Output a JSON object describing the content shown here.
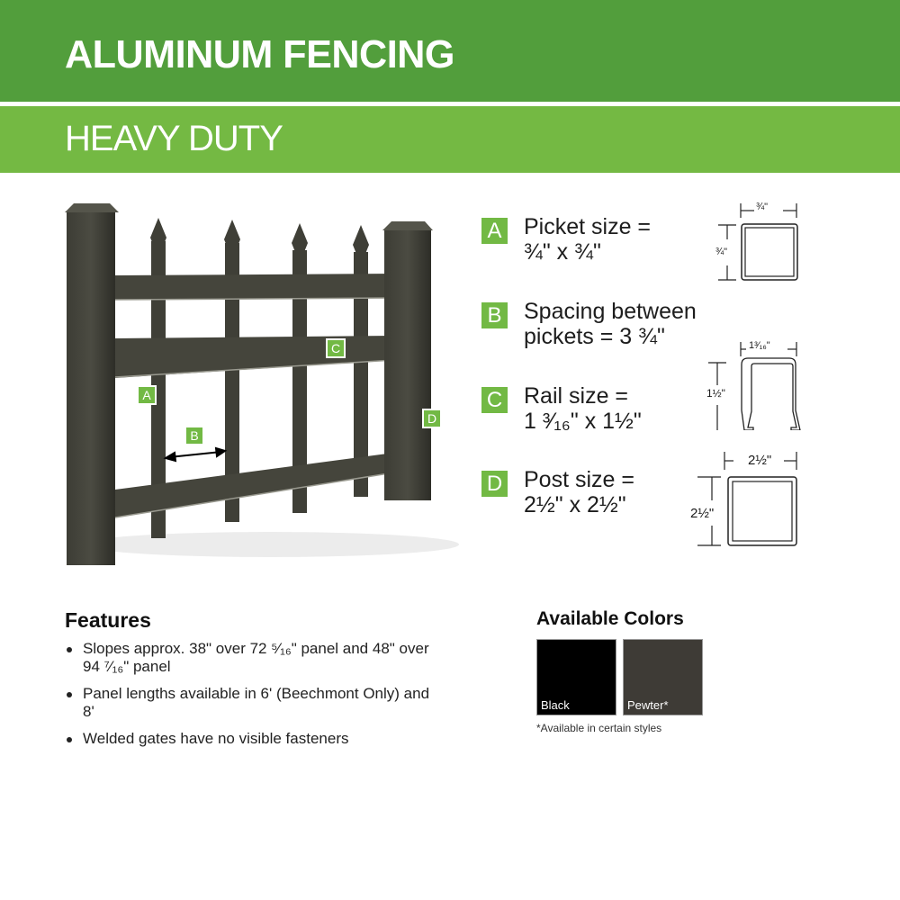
{
  "header": {
    "title": "ALUMINUM FENCING",
    "subtitle": "HEAVY DUTY",
    "colors": {
      "title_band": "#529e3c",
      "subtitle_band": "#74b943"
    }
  },
  "illustration": {
    "labels": [
      "A",
      "B",
      "C",
      "D"
    ]
  },
  "specs": [
    {
      "letter": "A",
      "line1": "Picket size =",
      "line2": "¾\" x ¾\"",
      "diagram": {
        "type": "square-tube",
        "width": "¾\"",
        "height": "¾\""
      }
    },
    {
      "letter": "B",
      "line1": "Spacing between",
      "line2": "pickets = 3 ¾\""
    },
    {
      "letter": "C",
      "line1": "Rail size =",
      "line2": "1 ³⁄₁₆\" x 1½\"",
      "diagram": {
        "type": "channel",
        "width": "1³⁄₁₆\"",
        "height": "1½\""
      }
    },
    {
      "letter": "D",
      "line1": "Post size =",
      "line2": "2½\" x 2½\"",
      "diagram": {
        "type": "square-tube",
        "width": "2½\"",
        "height": "2½\""
      }
    }
  ],
  "features": {
    "heading": "Features",
    "items": [
      "Slopes approx. 38\" over 72 ⁵⁄₁₆\" panel and 48\" over 94 ⁷⁄₁₆\" panel",
      "Panel lengths available in 6' (Beechmont Only) and 8'",
      "Welded gates have no visible fasteners"
    ]
  },
  "available_colors": {
    "heading": "Available Colors",
    "swatches": [
      {
        "label": "Black",
        "color": "#000000"
      },
      {
        "label": "Pewter*",
        "color": "#3e3b36"
      }
    ],
    "note": "*Available in certain styles"
  }
}
